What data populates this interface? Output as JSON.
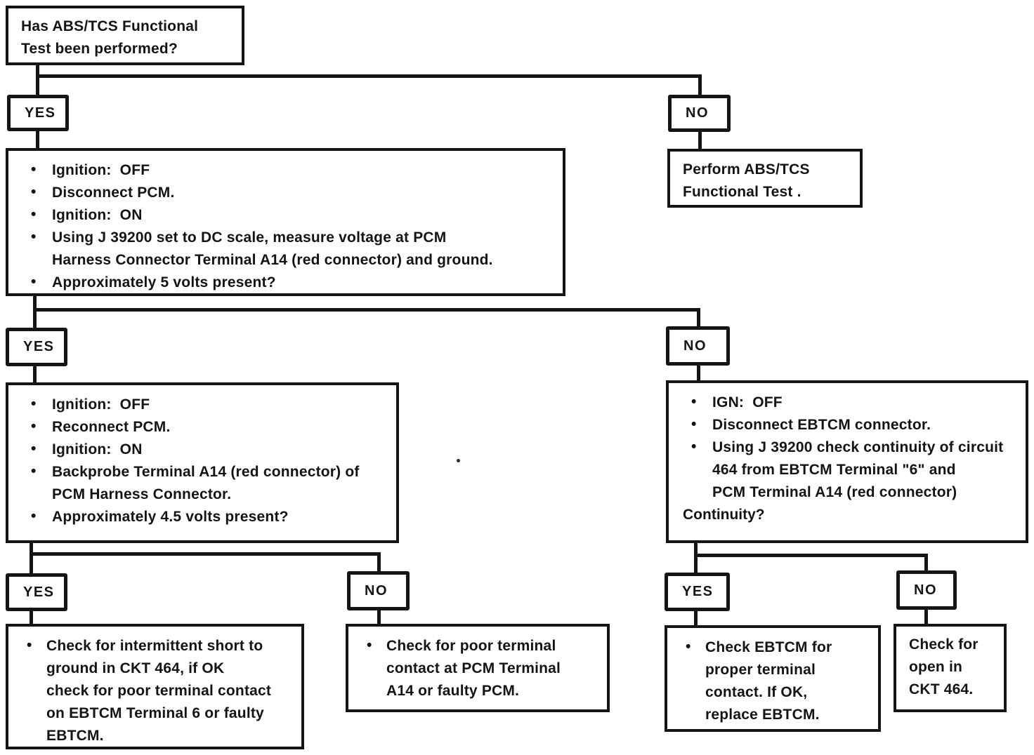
{
  "page": {
    "background": "#ffffff",
    "ink": "#151515"
  },
  "labels": {
    "yes": "YES",
    "no": "NO"
  },
  "nodes": {
    "question": {
      "text": "Has ABS/TCS Functional\nTest been performed?"
    },
    "perform_test": {
      "text": "Perform ABS/TCS\nFunctional Test ."
    },
    "measure_voltage": {
      "bullets": [
        "Ignition:  OFF",
        "Disconnect PCM.",
        "Ignition:  ON",
        "Using J 39200 set to DC scale, measure voltage at PCM\nHarness Connector Terminal A14 (red connector) and ground.",
        "Approximately 5 volts present?"
      ]
    },
    "backprobe": {
      "bullets": [
        "Ignition:  OFF",
        "Reconnect PCM.",
        "Ignition:  ON",
        "Backprobe Terminal A14 (red connector) of\nPCM Harness Connector.",
        "Approximately 4.5 volts present?"
      ]
    },
    "continuity_check": {
      "bullets": [
        "IGN:  OFF",
        "Disconnect EBTCM connector.",
        "Using J 39200 check continuity of circuit\n464 from EBTCM Terminal \"6\" and\nPCM Terminal A14 (red connector)"
      ],
      "footer": "Continuity?"
    },
    "intermittent_short": {
      "bullets": [
        "Check for intermittent short to\nground in CKT 464, if OK\ncheck for poor terminal contact\non EBTCM Terminal 6 or faulty\nEBTCM."
      ]
    },
    "pcm_terminal_contact": {
      "bullets": [
        "Check for poor terminal\ncontact at PCM Terminal\nA14 or faulty PCM."
      ]
    },
    "ebtcm_terminal_contact": {
      "bullets": [
        "Check EBTCM for\nproper terminal\ncontact. If OK,\nreplace EBTCM."
      ]
    },
    "open_ckt": {
      "text": "Check for\nopen in\nCKT 464."
    }
  }
}
